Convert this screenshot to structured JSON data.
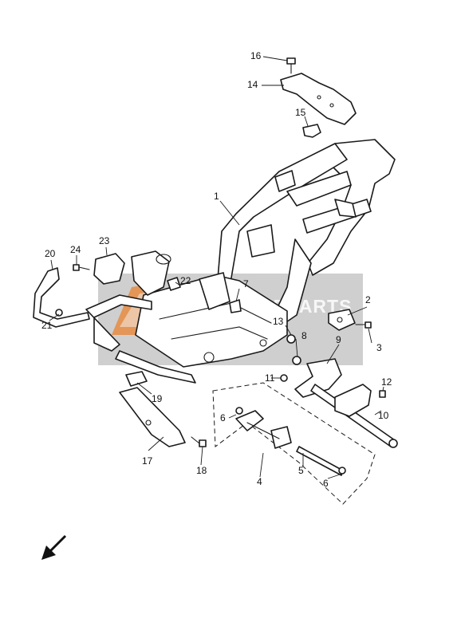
{
  "diagram": {
    "callouts": [
      {
        "id": "c1",
        "label": "1"
      },
      {
        "id": "c2",
        "label": "2"
      },
      {
        "id": "c3",
        "label": "3"
      },
      {
        "id": "c4",
        "label": "4"
      },
      {
        "id": "c5",
        "label": "5"
      },
      {
        "id": "c6a",
        "label": "6"
      },
      {
        "id": "c6b",
        "label": "6"
      },
      {
        "id": "c7",
        "label": "7"
      },
      {
        "id": "c8",
        "label": "8"
      },
      {
        "id": "c9",
        "label": "9"
      },
      {
        "id": "c10",
        "label": "10"
      },
      {
        "id": "c11",
        "label": "11"
      },
      {
        "id": "c12",
        "label": "12"
      },
      {
        "id": "c13",
        "label": "13"
      },
      {
        "id": "c14",
        "label": "14"
      },
      {
        "id": "c15",
        "label": "15"
      },
      {
        "id": "c16",
        "label": "16"
      },
      {
        "id": "c17",
        "label": "17"
      },
      {
        "id": "c18",
        "label": "18"
      },
      {
        "id": "c19",
        "label": "19"
      },
      {
        "id": "c20",
        "label": "20"
      },
      {
        "id": "c21",
        "label": "21"
      },
      {
        "id": "c22",
        "label": "22"
      },
      {
        "id": "c23",
        "label": "23"
      },
      {
        "id": "c24",
        "label": "24"
      }
    ],
    "direction_arrow": "front-direction-arrow",
    "colors": {
      "line": "#1a1a1a",
      "watermark_bg": "#a8a8a8",
      "watermark_accent": "#e8893a"
    }
  },
  "watermark": {
    "text": "MOTORPARTS",
    "logo": "motorcycle-logo"
  }
}
